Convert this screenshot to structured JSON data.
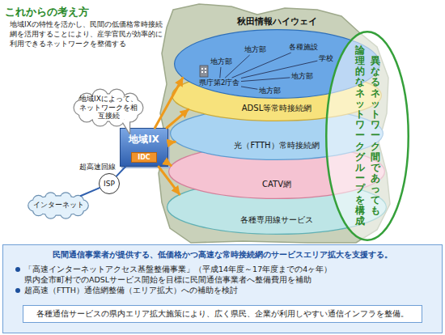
{
  "diagram": {
    "title": "これからの考え方",
    "nodes": [
      {
        "text": [
          "秋田情報ハイウェイ"
        ]
      },
      {
        "text": [
          "県庁第2庁舎"
        ],
        "in": 0
      },
      {
        "text": [
          "地方部"
        ],
        "in": 0
      },
      {
        "text": [
          "地方部"
        ],
        "in": 0
      },
      {
        "text": [
          "各種施設"
        ],
        "in": 0
      },
      {
        "text": [
          "学校"
        ],
        "in": 0
      },
      {
        "text": [
          "地方部"
        ],
        "in": 0
      },
      {
        "text": [
          "地方部"
        ],
        "in": 0
      },
      {
        "text": [
          "ADSL等常時接続網"
        ]
      },
      {
        "text": [
          "光（FTTH）常時接続網"
        ]
      },
      {
        "text": [
          "CATV網"
        ]
      },
      {
        "text": [
          "各種専用線サービス"
        ]
      },
      {
        "text": [
          "異なるネットワーク間であっても",
          "論理的なネットワークグループを構成"
        ]
      },
      {
        "text": [
          "地域IX"
        ]
      },
      {
        "text": [
          "IDC"
        ],
        "in": 13
      },
      {
        "text": [
          "ISP"
        ]
      },
      {
        "text": [
          "インターネット"
        ]
      },
      {
        "text": [
          "地域IXによって、ネットワークを相互接続"
        ]
      },
      {
        "text": [
          "民間通信事業者が提供する、低価格かつ高速な常時接続網のサービスエリア拡大を支援する。",
          "「高速インターネットアクセス基盤整備事業」（平成14年度～17年度までの4ヶ年）",
          "県内全市町村でのADSLサービス開始を目標に民間通信事業者へ整備費用を補助",
          "超高速（FTTH）通信網整備（エリア拡大）への補助を検討"
        ]
      },
      {
        "text": [
          "各種通信サービスの県内エリア拡大施策により、広く県民、企業が利用しやすい通信インフラを整備。"
        ],
        "in": 18
      }
    ],
    "edges": [
      {
        "from": 1,
        "to": 2,
        "arrow": "none"
      },
      {
        "from": 1,
        "to": 3,
        "arrow": "none"
      },
      {
        "from": 1,
        "to": 4,
        "arrow": "none"
      },
      {
        "from": 1,
        "to": 5,
        "arrow": "none"
      },
      {
        "from": 1,
        "to": 6,
        "arrow": "none"
      },
      {
        "from": 1,
        "to": 7,
        "arrow": "none"
      },
      {
        "from": 13,
        "to": 0,
        "arrow": "to"
      },
      {
        "from": 13,
        "to": 8,
        "arrow": "to"
      },
      {
        "from": 13,
        "to": 9,
        "arrow": "to"
      },
      {
        "from": 13,
        "to": 10,
        "arrow": "to"
      },
      {
        "from": 13,
        "to": 11,
        "arrow": "to"
      },
      {
        "from": 13,
        "to": 15,
        "label": "超高速回線",
        "arrow": "none"
      },
      {
        "from": 15,
        "to": 16,
        "arrow": "none"
      }
    ],
    "labels": [
      "地域IXの特性を活かし、民間の低価格常時接続網を活用することにより、産学官民が効率的に利用できるネットワークを整備する"
    ]
  }
}
